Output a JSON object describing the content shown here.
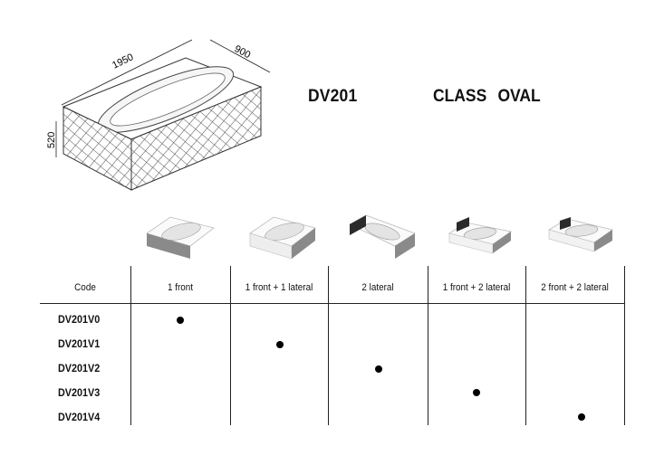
{
  "title": {
    "model": "DV201",
    "class": "CLASS OVAL"
  },
  "dimensions": {
    "length": "1950",
    "width": "900",
    "height": "520"
  },
  "table": {
    "header_code": "Code",
    "columns": [
      "1 front",
      "1 front + 1 lateral",
      "2 lateral",
      "1 front + 2 lateral",
      "2 front + 2 lateral"
    ],
    "rows": [
      {
        "code": "DV201V0",
        "selected_column": 0
      },
      {
        "code": "DV201V1",
        "selected_column": 1
      },
      {
        "code": "DV201V2",
        "selected_column": 2
      },
      {
        "code": "DV201V3",
        "selected_column": 3
      },
      {
        "code": "DV201V4",
        "selected_column": 4
      }
    ]
  },
  "colors": {
    "line": "#222222",
    "panel_gray": "#8a8a8a",
    "panel_dark": "#2b2b2b"
  }
}
